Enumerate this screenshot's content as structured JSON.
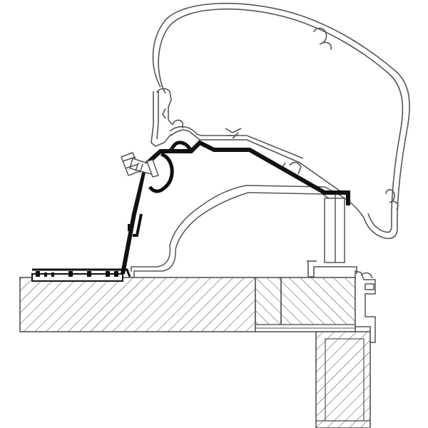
{
  "diagram": {
    "kind": "cross-section",
    "colors": {
      "background": "#ffffff",
      "line": "#555555",
      "adapter": "#111111",
      "hatch": "#555555",
      "fill": "#ffffff"
    },
    "parts": [
      {
        "name": "awning-case-profile"
      },
      {
        "name": "roof-adapter-bracket"
      },
      {
        "name": "mounting-bolt"
      },
      {
        "name": "roof-panel"
      },
      {
        "name": "wall-panel"
      },
      {
        "name": "wall-rail"
      }
    ]
  }
}
